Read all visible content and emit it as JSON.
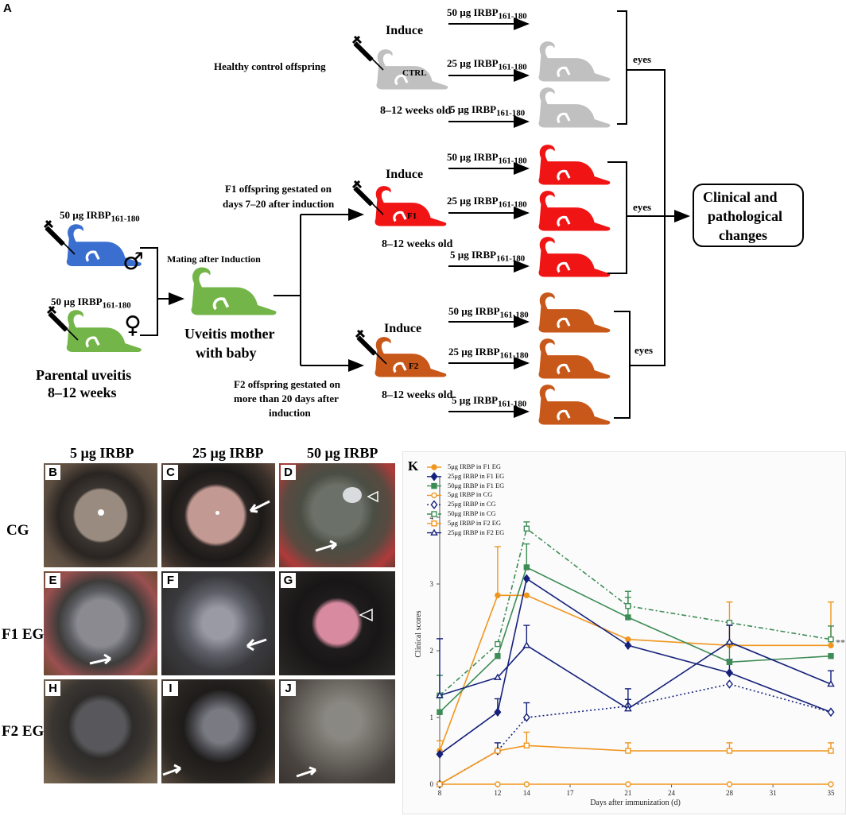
{
  "panel_a": {
    "label": "A",
    "induce": "Induce",
    "age": "8–12 weeks old",
    "dose_prefix": [
      "50 µg IRBP",
      "25 µg IRBP",
      "5 µg IRBP"
    ],
    "dose_sub": "161-180",
    "eyes": "eyes",
    "healthy_control": "Healthy control offspring",
    "ctrl_tag": "CTRL",
    "f1_tag": "F1",
    "f2_tag": "F2",
    "f1_desc_1": "F1 offspring gestated on",
    "f1_desc_2": "days 7–20 after induction",
    "f2_desc_1": "F2 offspring gestated on",
    "f2_desc_2": "more than 20 days after",
    "f2_desc_3": "induction",
    "mating": "Mating after Induction",
    "mother_1": "Uveitis mother",
    "mother_2": "with baby",
    "parental_1": "Parental uveitis",
    "parental_2": "8–12 weeks",
    "parent_dose": "50 µg IRBP",
    "outcome_1": "Clinical and",
    "outcome_2": "pathological",
    "outcome_3": "changes",
    "male_symbol": "♂",
    "female_symbol": "♀",
    "colors": {
      "ctrl": "#c0c0c0",
      "f1": "#f01414",
      "f2": "#c8581a",
      "male": "#3a6fcf",
      "female": "#73b548"
    }
  },
  "photos": {
    "col_headers": [
      "5  µg IRBP",
      "25  µg IRBP",
      "50  µg IRBP"
    ],
    "row_headers": [
      "CG",
      "F1 EG",
      "F2 EG"
    ],
    "labels": [
      "B",
      "C",
      "D",
      "E",
      "F",
      "G",
      "H",
      "I",
      "J"
    ]
  },
  "chart_data": {
    "type": "line",
    "panel_label": "K",
    "xlabel": "Days after immunization (d)",
    "ylabel": "Clinical scores",
    "xlim": [
      8,
      35
    ],
    "ylim": [
      0,
      4.5
    ],
    "xticks": [
      8,
      12,
      14,
      17,
      21,
      24,
      28,
      31,
      35
    ],
    "yticks": [
      0,
      1,
      2,
      3,
      4
    ],
    "x": [
      8,
      12,
      14,
      21,
      28,
      35
    ],
    "annotation": "**",
    "series": [
      {
        "name": "5μg IRBP in F1 EG",
        "color": "#f0961e",
        "marker": "dot-filled",
        "dash": "solid",
        "values": [
          0.5,
          2.83,
          2.83,
          2.17,
          2.08,
          2.08
        ],
        "err": [
          0.15,
          0.73,
          0.0,
          0.0,
          0.65,
          0.65
        ]
      },
      {
        "name": "25μg IRBP in F1 EG",
        "color": "#14207a",
        "marker": "diamond-filled",
        "dash": "solid",
        "values": [
          0.45,
          1.08,
          3.08,
          2.08,
          1.67,
          1.08
        ],
        "err": [
          0.0,
          0.2,
          0.0,
          0.0,
          0.2,
          0.0
        ]
      },
      {
        "name": "50μg IRBP in F1 EG",
        "color": "#3d8c55",
        "marker": "square-filled",
        "dash": "solid",
        "values": [
          1.08,
          1.92,
          3.25,
          2.5,
          1.83,
          1.92
        ],
        "err": [
          0.25,
          0.0,
          0.35,
          0.3,
          0.3,
          0.0
        ]
      },
      {
        "name": "5μg IRBP in CG",
        "color": "#f0961e",
        "marker": "dot-open",
        "dash": "solid",
        "values": [
          0.0,
          0.0,
          0.0,
          0.0,
          0.0,
          0.0
        ],
        "err": [
          0,
          0,
          0,
          0,
          0,
          0
        ]
      },
      {
        "name": "25μg IRBP in CG",
        "color": "#14207a",
        "marker": "diamond-open",
        "dash": "dot",
        "values": [
          0.0,
          0.5,
          1.0,
          1.17,
          1.5,
          1.08
        ],
        "err": [
          0,
          0.12,
          0.22,
          0.1,
          0,
          0
        ]
      },
      {
        "name": "50μg IRBP in CG",
        "color": "#3d8c55",
        "marker": "square-open",
        "dash": "dashdot",
        "values": [
          1.33,
          2.1,
          3.83,
          2.67,
          2.42,
          2.17
        ],
        "err": [
          0.3,
          0.0,
          0.1,
          0.22,
          0.0,
          0.2
        ]
      },
      {
        "name": "5μg IRBP in F2 EG",
        "color": "#f0961e",
        "marker": "square-open",
        "dash": "solid",
        "values": [
          0.0,
          0.5,
          0.58,
          0.5,
          0.5,
          0.5
        ],
        "err": [
          0,
          0,
          0.2,
          0.12,
          0.12,
          0.12
        ]
      },
      {
        "name": "25μg IRBP in F2 EG",
        "color": "#14207a",
        "marker": "triangle-open",
        "dash": "solid",
        "values": [
          1.33,
          1.6,
          2.08,
          1.13,
          2.13,
          1.5
        ],
        "err": [
          0.85,
          0.0,
          0.3,
          0.3,
          0.25,
          0.2
        ]
      }
    ]
  }
}
